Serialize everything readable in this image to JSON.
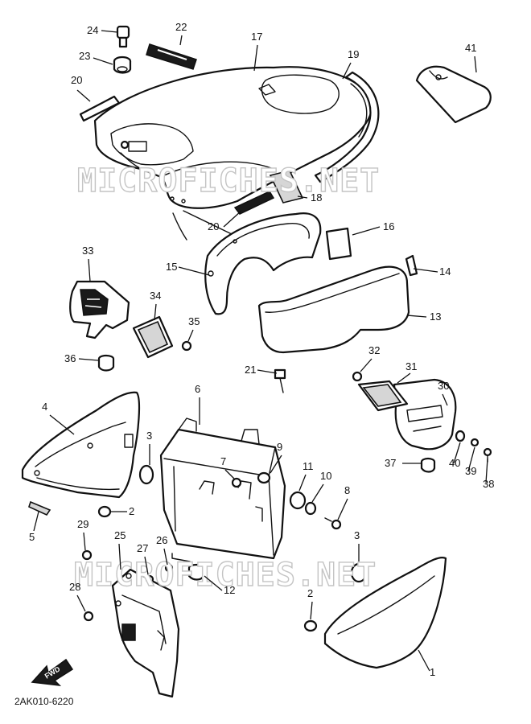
{
  "watermark": "MICROFICHES.NET",
  "diagram_code": "2AK010-6220",
  "fwd_label": "FWD",
  "callouts": [
    "24",
    "22",
    "17",
    "19",
    "41",
    "23",
    "20",
    "18",
    "20",
    "16",
    "33",
    "15",
    "14",
    "34",
    "13",
    "35",
    "36",
    "21",
    "32",
    "31",
    "30",
    "4",
    "6",
    "3",
    "9",
    "37",
    "40",
    "39",
    "38",
    "11",
    "10",
    "8",
    "7",
    "5",
    "2",
    "29",
    "25",
    "27",
    "26",
    "3",
    "12",
    "28",
    "2",
    "1"
  ],
  "colors": {
    "ink": "#111111",
    "paper": "#ffffff",
    "watermark": "#c4c4c4"
  }
}
